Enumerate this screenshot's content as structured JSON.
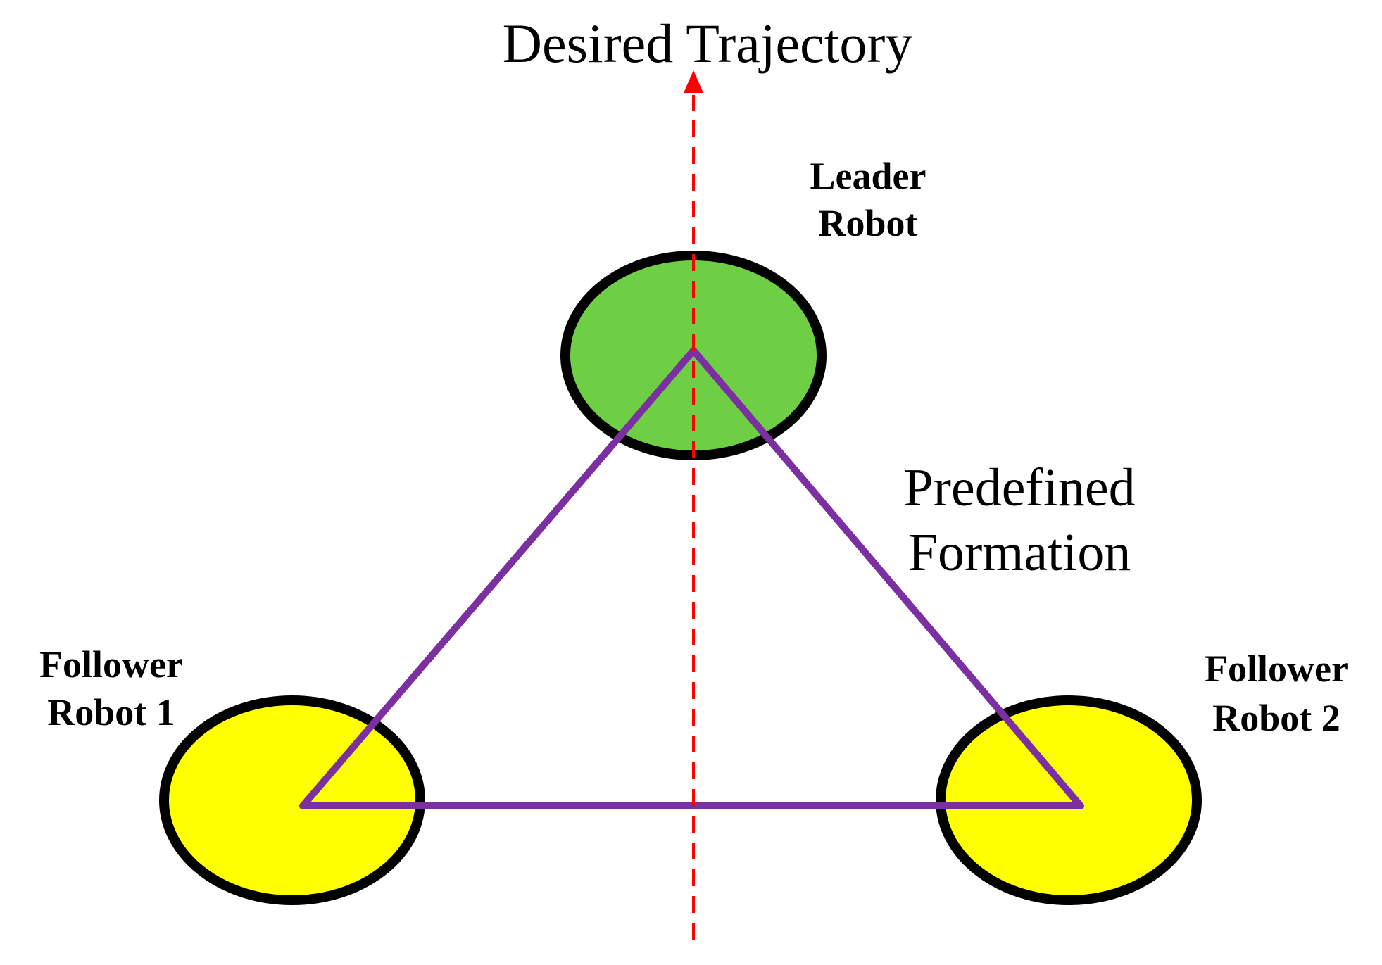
{
  "trajectory": {
    "label": "Desired Trajectory",
    "color": "#ff0000"
  },
  "leader": {
    "label_line1": "Leader",
    "label_line2": "Robot",
    "fill": "#6ecf45"
  },
  "follower1": {
    "label_line1": "Follower",
    "label_line2": "Robot 1",
    "fill": "#ffff00"
  },
  "follower2": {
    "label_line1": "Follower",
    "label_line2": "Robot 2",
    "fill": "#ffff00"
  },
  "formation": {
    "label_line1": "Predefined",
    "label_line2": "Formation",
    "color": "#7b2fa0"
  },
  "outline_color": "#000000"
}
